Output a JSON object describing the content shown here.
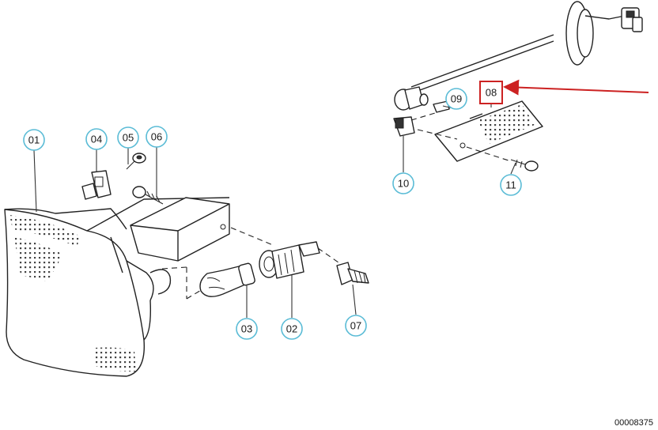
{
  "callouts": [
    {
      "id": "01",
      "label": "01"
    },
    {
      "id": "02",
      "label": "02"
    },
    {
      "id": "03",
      "label": "03"
    },
    {
      "id": "04",
      "label": "04"
    },
    {
      "id": "05",
      "label": "05"
    },
    {
      "id": "06",
      "label": "06"
    },
    {
      "id": "07",
      "label": "07"
    },
    {
      "id": "08",
      "label": "08"
    },
    {
      "id": "09",
      "label": "09"
    },
    {
      "id": "10",
      "label": "10"
    },
    {
      "id": "11",
      "label": "11"
    }
  ],
  "highlighted_callout": "08",
  "reference_number": "00008375",
  "colors": {
    "callout_ring": "#5bbcd6",
    "highlight": "#cc2222",
    "line_art": "#222222"
  }
}
